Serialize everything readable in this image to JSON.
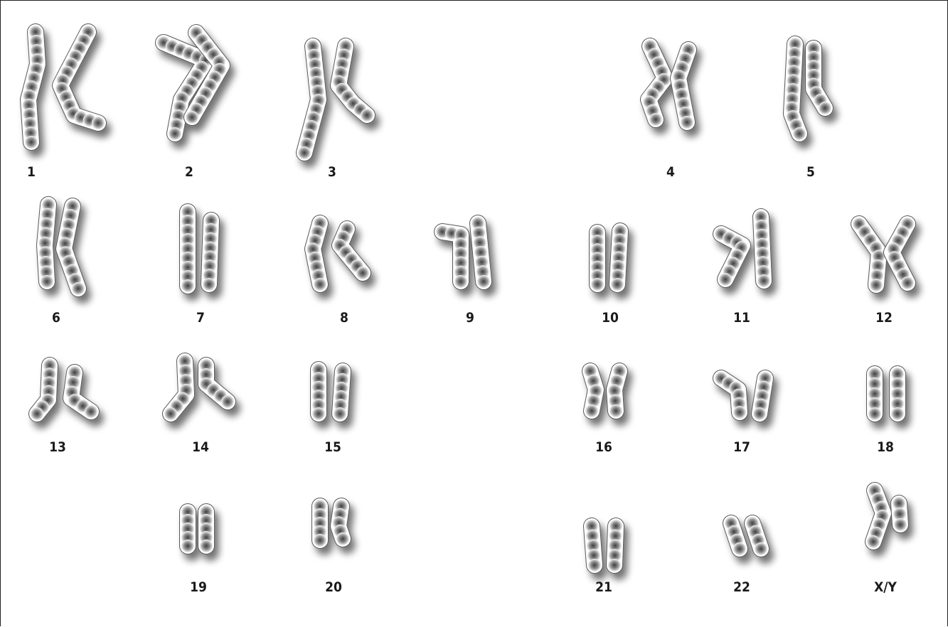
{
  "labels": [
    "1",
    "2",
    "3",
    "4",
    "5",
    "6",
    "7",
    "8",
    "9",
    "10",
    "11",
    "12",
    "13",
    "14",
    "15",
    "16",
    "17",
    "18",
    "19",
    "20",
    "21",
    "22",
    "X/Y"
  ],
  "colors": {
    "background": "#ffffff",
    "frame": "#222222",
    "chromosome_outline": "#5a5a5a",
    "chromosome_fill": "#ffffff",
    "band_light": "#f4f4f4",
    "band_mid": "#9a9a9a",
    "band_dark": "#4a4a4a",
    "shadow": "#6e6e6e",
    "label": "#1a1a1a"
  }
}
